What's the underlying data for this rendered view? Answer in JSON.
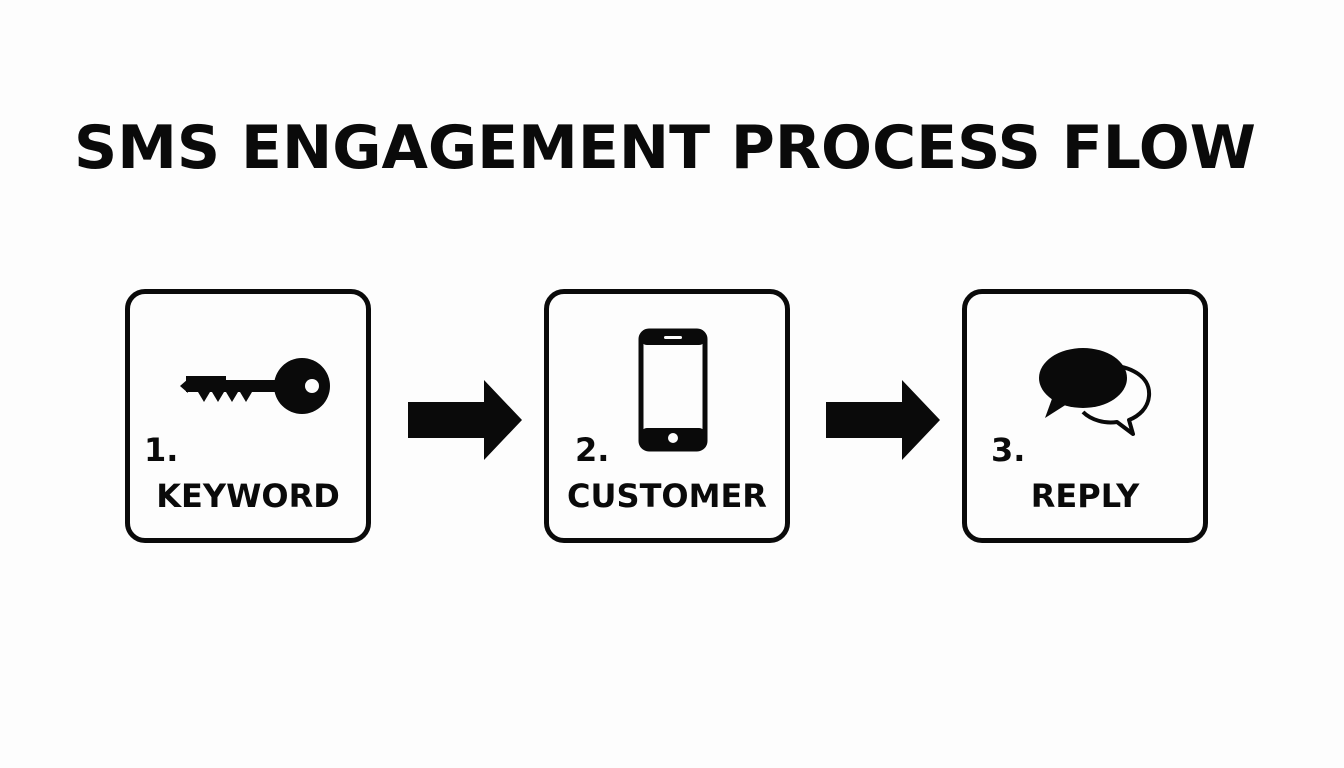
{
  "title": "SMS ENGAGEMENT PROCESS FLOW",
  "steps": [
    {
      "number": "1.",
      "label": "KEYWORD",
      "icon": "key-icon"
    },
    {
      "number": "2.",
      "label": "CUSTOMER",
      "icon": "smartphone-icon"
    },
    {
      "number": "3.",
      "label": "REPLY",
      "icon": "speech-bubbles-icon"
    }
  ],
  "colors": {
    "ink": "#0a0a0a",
    "background": "#fdfdfd"
  }
}
